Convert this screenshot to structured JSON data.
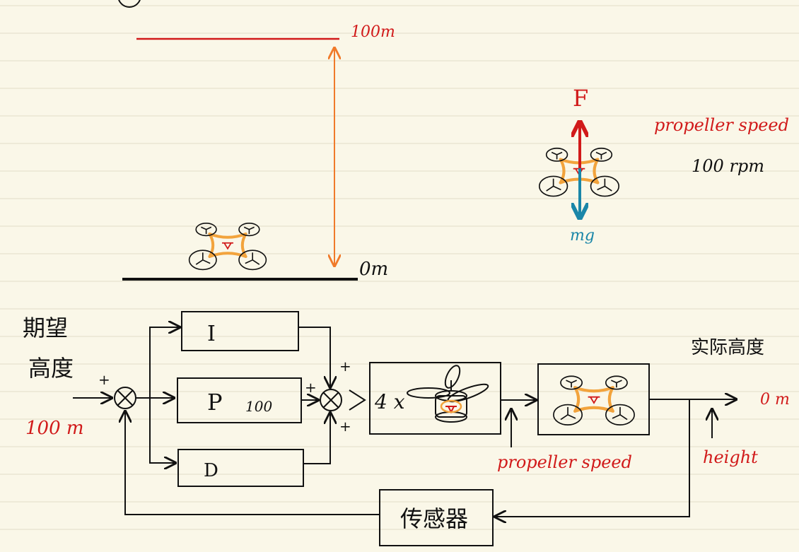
{
  "colors": {
    "paper": "#faf7e8",
    "rule_line": "#e3ddc9",
    "ink": "#111111",
    "red": "#d11a1a",
    "orange": "#f07a2a",
    "drone_body": "#f2a33c",
    "teal": "#1a86a8"
  },
  "top_scene": {
    "target_label": "100m",
    "ground_label": "0m"
  },
  "force_diagram": {
    "up_force_label": "F",
    "down_force_label": "mg",
    "speed_title": "propeller speed",
    "speed_value": "100 rpm"
  },
  "block_diagram": {
    "input_title_line1": "期望",
    "input_title_line2": "高度",
    "input_value": "100 m",
    "plus_sign": "+",
    "i_block_label": "I",
    "p_block_label": "P",
    "p_gain_value": "100",
    "d_block_label": "D",
    "motor_block_label": "4 x",
    "propeller_speed_label": "propeller speed",
    "output_title": "实际高度",
    "output_value": "0 m",
    "height_label": "height",
    "sensor_block_label": "传感器"
  },
  "icons": [
    "drone-icon",
    "motor-propeller-icon",
    "summing-junction-icon"
  ]
}
